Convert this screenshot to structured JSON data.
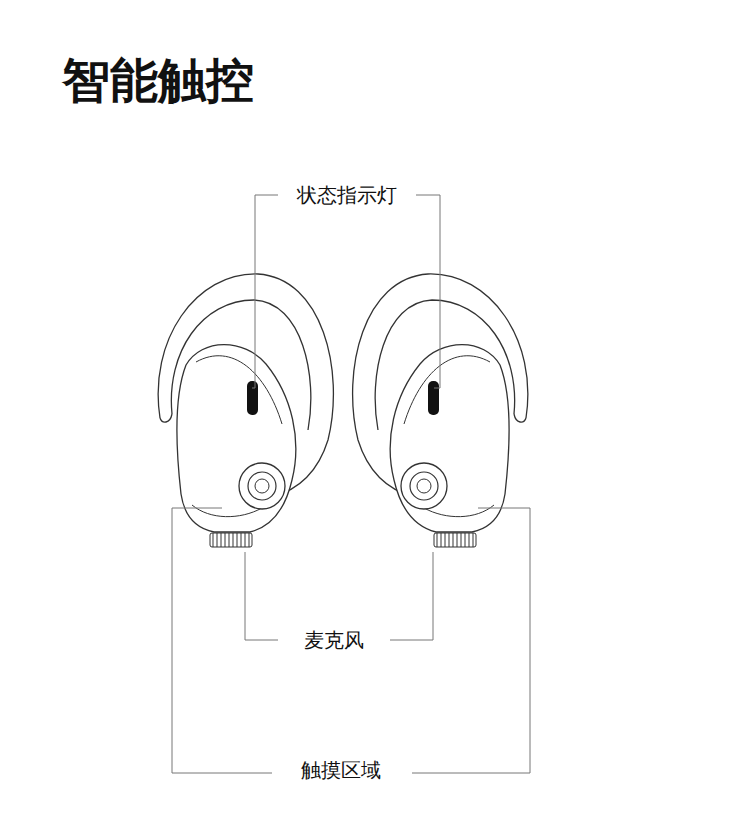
{
  "diagram": {
    "title": "智能触控",
    "labels": [
      "状态指示灯",
      "麦克风",
      "触摸区域"
    ]
  }
}
